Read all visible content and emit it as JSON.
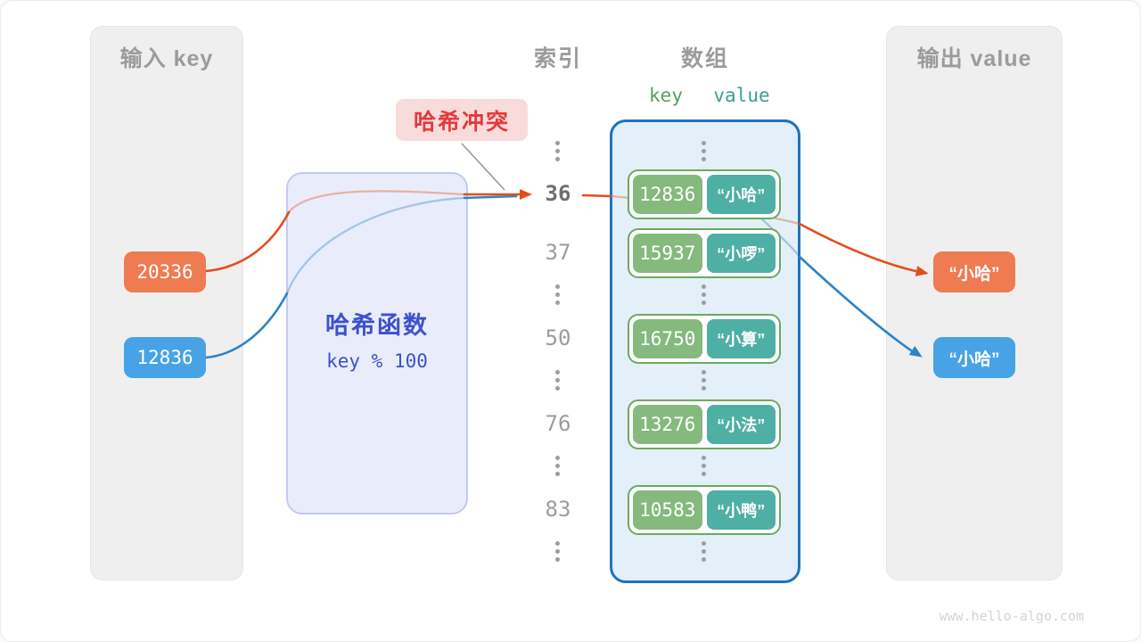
{
  "input_panel": {
    "title": "输入 key",
    "keys": [
      {
        "label": "20336"
      },
      {
        "label": "12836"
      }
    ]
  },
  "hash_box": {
    "name": "哈希函数",
    "formula": "key % 100"
  },
  "collision_label": "哈希冲突",
  "headers": {
    "index": "索引",
    "array": "数组",
    "key": "key",
    "value": "value"
  },
  "index_column": {
    "values": [
      "36",
      "37",
      "50",
      "76",
      "83"
    ],
    "highlighted": "36"
  },
  "array_pairs": [
    {
      "key": "12836",
      "value": "“小哈”"
    },
    {
      "key": "15937",
      "value": "“小啰”"
    },
    {
      "key": "16750",
      "value": "“小算”"
    },
    {
      "key": "13276",
      "value": "“小法”"
    },
    {
      "key": "10583",
      "value": "“小鸭”"
    }
  ],
  "output_panel": {
    "title": "输出 value",
    "values": [
      {
        "label": "“小哈”"
      },
      {
        "label": "“小哈”"
      }
    ]
  },
  "watermark": "www.hello-algo.com",
  "colors": {
    "orange": "#EE7B52",
    "blue": "#47A3E5",
    "arrow-orange": "#E34F1A",
    "arrow-blue": "#2F83C6",
    "green": "#85B97E",
    "teal": "#4EAFA5",
    "pair-border": "#6BAA5D",
    "array-bg": "#E3F0FA",
    "array-border": "#1E72BE",
    "hash-bg": "#E9EDFB",
    "hash-border": "#C2CAF1",
    "hash-text": "#3D51CE",
    "red-bg": "#FADBDB",
    "red-text": "#E23B3B",
    "key-header": "#55A05E",
    "value-header": "#3C9E94",
    "panel-bg": "#EFEFEF",
    "gray-text": "#9B9B9B",
    "idx-text": "#9C9C9C",
    "idx-hl": "#6E6E6E",
    "dot": "#9D9D9D",
    "watermark": "#D4D4D4"
  }
}
